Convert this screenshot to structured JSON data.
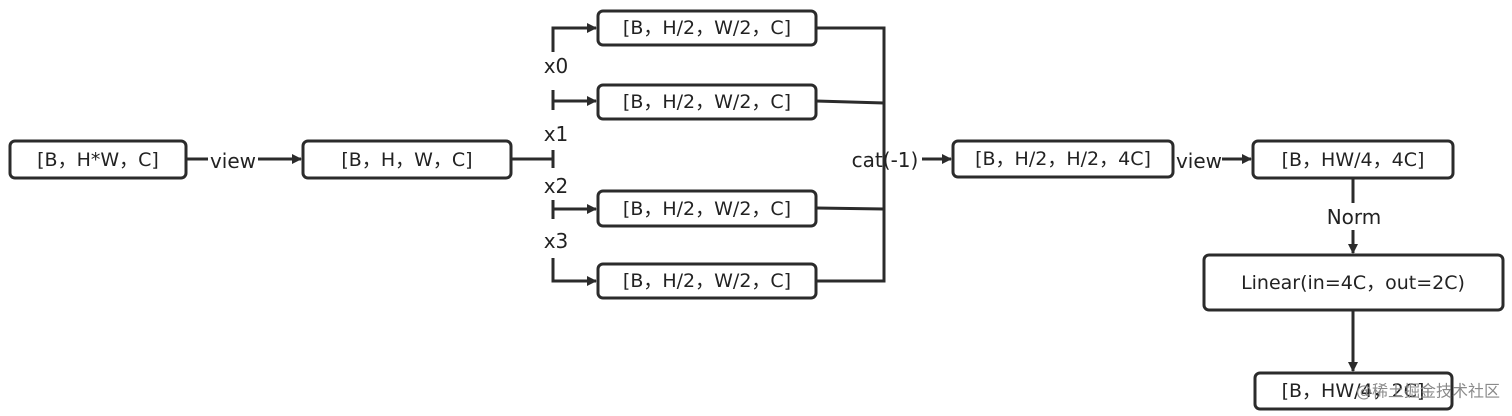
{
  "diagram": {
    "nodes": {
      "input": "[B，H*W，C]",
      "reshaped": "[B，H，W，C]",
      "slice_x0": "[B，H/2，W/2，C]",
      "slice_x1": "[B，H/2，W/2，C]",
      "slice_x2": "[B，H/2，W/2，C]",
      "slice_x3": "[B，H/2，W/2，C]",
      "concatenated": "[B，H/2，H/2，4C]",
      "flattened": "[B，HW/4，4C]",
      "linear": "Linear(in=4C，out=2C)",
      "output": "[B，HW/4，2C]"
    },
    "edge_labels": {
      "view_1": "view",
      "x0": "x0",
      "x1": "x1",
      "x2": "x2",
      "x3": "x3",
      "cat": "cat(-1)",
      "view_2": "view",
      "norm": "Norm"
    },
    "watermark": "@稀土掘金技术社区"
  },
  "colors": {
    "stroke": "#2b2b2b",
    "text": "#222222",
    "background": "#ffffff",
    "watermark": "#8a8a8a"
  }
}
